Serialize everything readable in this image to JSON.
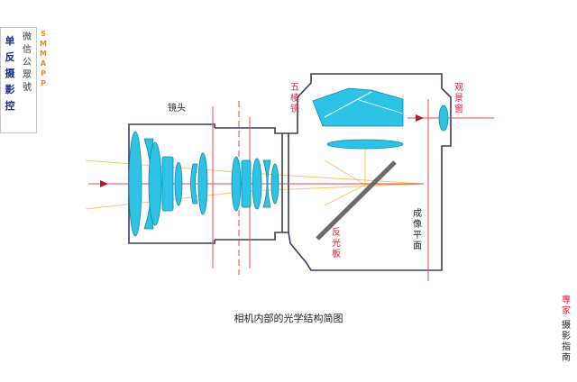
{
  "badge": {
    "title": "单反摄影控",
    "subtitle": "微信公眾號",
    "handle": "SMMAPP"
  },
  "labels": {
    "lens": "镜头",
    "pentaprism": "五棱镜",
    "viewfinder": "观景窗",
    "mirror": "反光板",
    "image_plane": "成像平面"
  },
  "caption": "相机内部的光学结构简图",
  "corner": {
    "red": "專家",
    "dark": "摄影指南"
  },
  "colors": {
    "outline": "#3a3f55",
    "glass": "#2cc3e6",
    "axis": "#e5484d",
    "ray": "#f3c870",
    "mirror": "#6b6b6b",
    "label_red": "#d9263c"
  }
}
